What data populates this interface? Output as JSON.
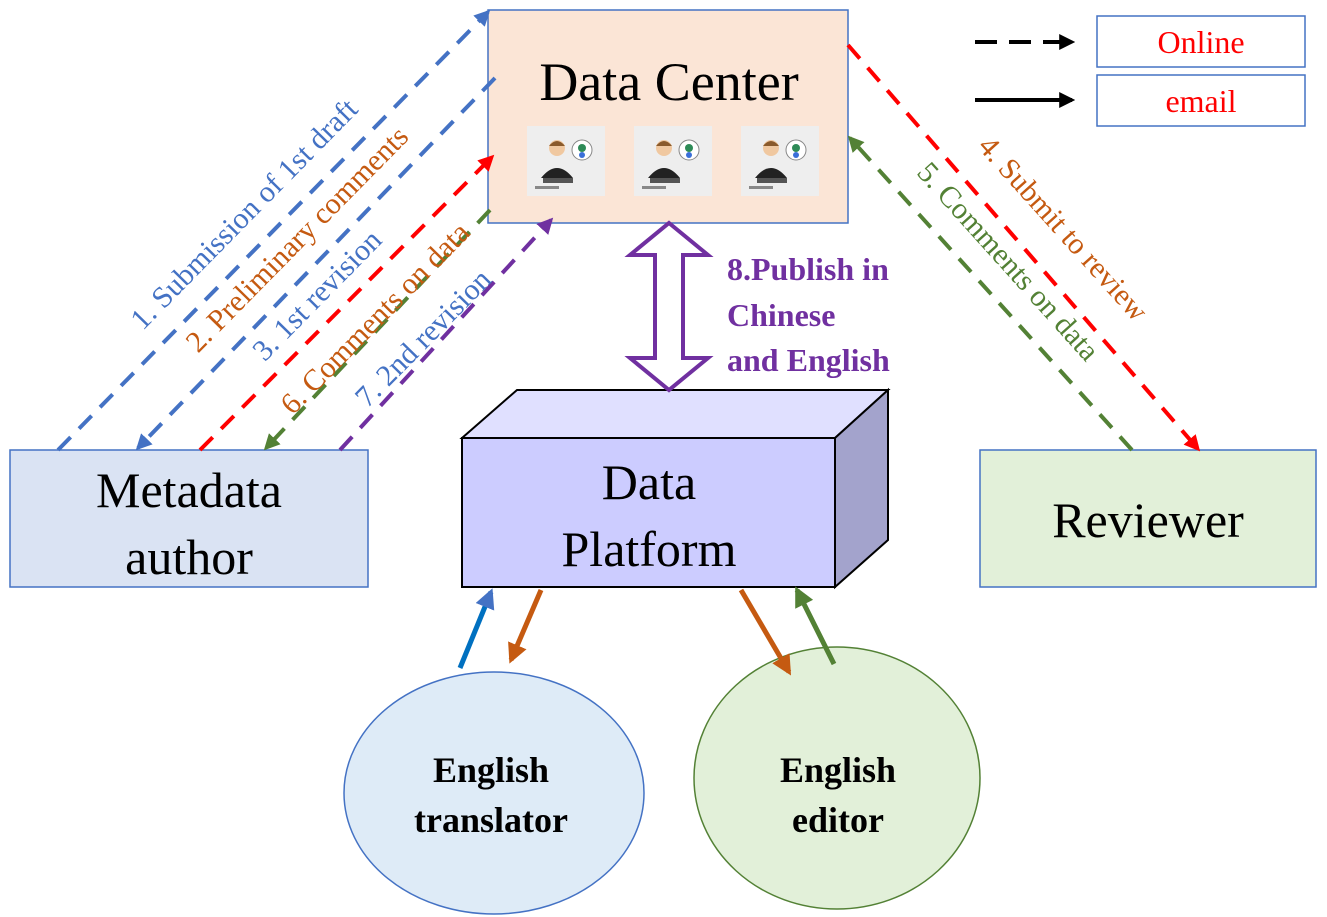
{
  "legend": {
    "online_label": "Online",
    "email_label": "email"
  },
  "nodes": {
    "data_center": "Data Center",
    "metadata_author": [
      "Metadata",
      "author"
    ],
    "data_platform": [
      "Data",
      "Platform"
    ],
    "reviewer": "Reviewer",
    "english_translator": [
      "English",
      "translator"
    ],
    "english_editor": [
      "English",
      "editor"
    ]
  },
  "flows": {
    "f1": "1. Submission of 1st draft",
    "f2": "2. Preliminary comments",
    "f3": "3. 1st revision",
    "f6": "6. Comments on data",
    "f7": "7. 2nd revision",
    "f4": "4. Submit to  review",
    "f5": "5. Comments on data",
    "f8": [
      "8.Publish in",
      "Chinese",
      "and English"
    ]
  },
  "colors": {
    "blue": "#4472c4",
    "orange": "#c55a11",
    "red": "#ff0000",
    "green": "#538135",
    "purple": "#7030a0",
    "data_center_fill": "#fbe5d6",
    "metadata_fill": "#dae3f3",
    "reviewer_fill": "#e2f0d9",
    "platform_front": "#ccccff",
    "platform_top": "#e0e0ff",
    "platform_side": "#a3a3cc",
    "translator_fill": "#deebf7",
    "editor_fill": "#e2f0d9"
  }
}
